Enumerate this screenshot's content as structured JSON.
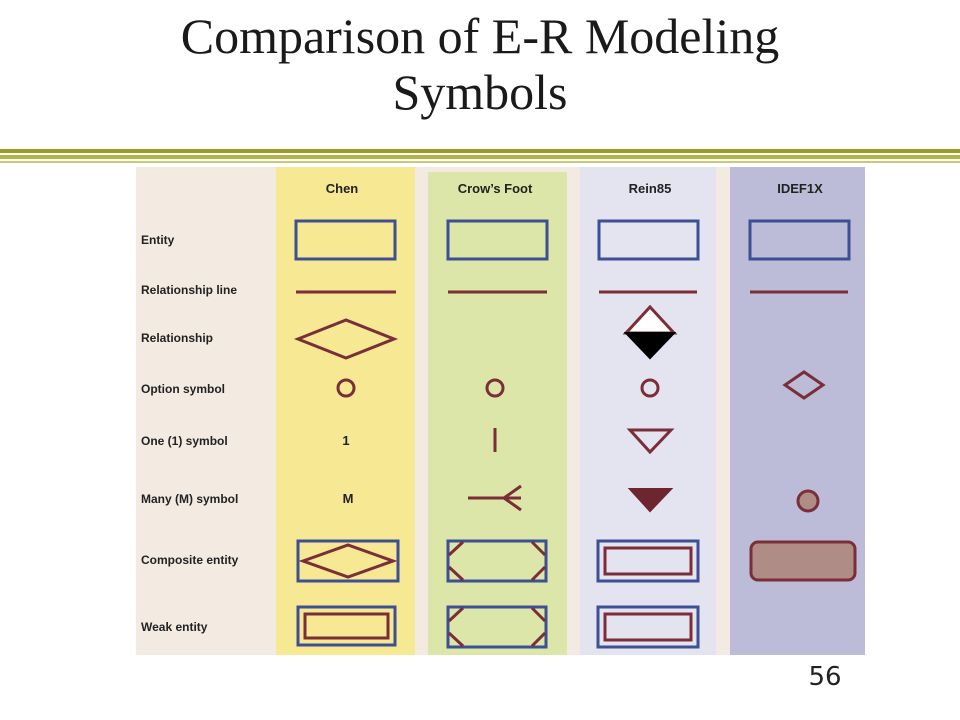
{
  "slide": {
    "title_line1": "Comparison of E-R Modeling",
    "title_line2": "Symbols",
    "page_number": "56"
  },
  "table": {
    "columns": [
      "Chen",
      "Crow’s Foot",
      "Rein85",
      "IDEF1X"
    ],
    "rows": [
      "Entity",
      "Relationship line",
      "Relationship",
      "Option symbol",
      "One (1) symbol",
      "Many (M) symbol",
      "Composite entity",
      "Weak entity"
    ],
    "chen_one_label": "1",
    "chen_many_label": "M"
  },
  "colors": {
    "label_panel": "#f3ebe2",
    "chen_column": "#f7e893",
    "crows_foot_column": "#dbe6a8",
    "rein85_column": "#e4e3f0",
    "idef1x_column": "#bcbcd8",
    "entity_stroke": "#3d4f95",
    "symbol_stroke": "#7a2e38",
    "filled_symbol": "#6b2630",
    "composite_fill": "#b08c86"
  }
}
